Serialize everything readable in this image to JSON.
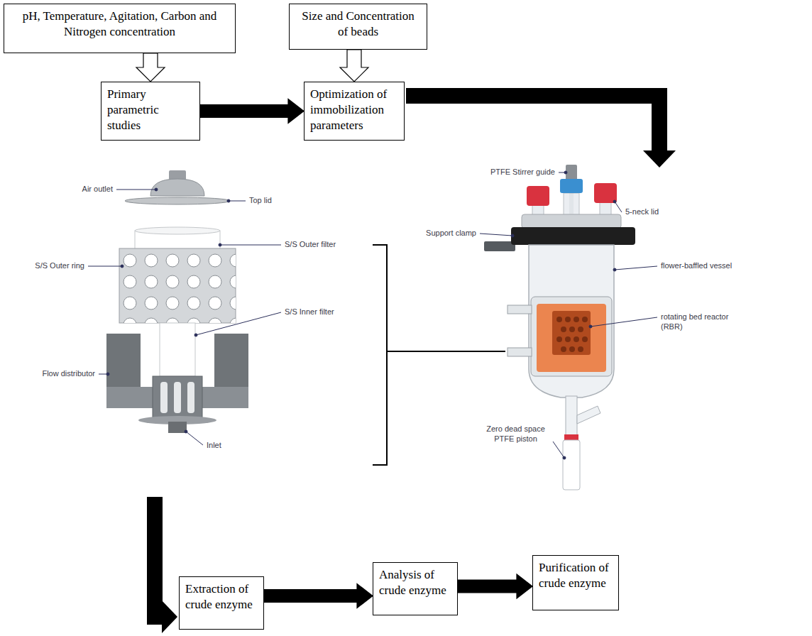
{
  "diagram": {
    "nodes": [
      {
        "text": [
          "pH, Temperature, Agitation, Carbon and Nitrogen concentration"
        ]
      },
      {
        "text": [
          "Size and Concentration of beads"
        ]
      },
      {
        "text": [
          "Primary parametric studies"
        ]
      },
      {
        "text": [
          "Optimization of immobilization parameters"
        ]
      },
      {
        "text": [
          "Extraction of crude enzyme"
        ]
      },
      {
        "text": [
          "Analysis of crude enzyme"
        ]
      },
      {
        "text": [
          "Purification of crude enzyme"
        ]
      }
    ],
    "edges": [
      {
        "from": 0,
        "to": 2,
        "arrow": "to"
      },
      {
        "from": 1,
        "to": 3,
        "arrow": "to"
      },
      {
        "from": 2,
        "to": 3,
        "arrow": "to"
      },
      {
        "from": 4,
        "to": 5,
        "arrow": "to"
      },
      {
        "from": 5,
        "to": 6,
        "arrow": "to"
      }
    ],
    "labels": [
      "PTFE Stirrer guide",
      "5-neck lid",
      "Support clamp",
      "flower-baffled vessel",
      "rotating bed reactor (RBR)",
      "Zero dead space PTFE piston",
      "Air outlet",
      "Top lid",
      "S/S Outer filter",
      "S/S Outer ring",
      "S/S Inner filter",
      "Flow distributor",
      "Inlet"
    ]
  }
}
